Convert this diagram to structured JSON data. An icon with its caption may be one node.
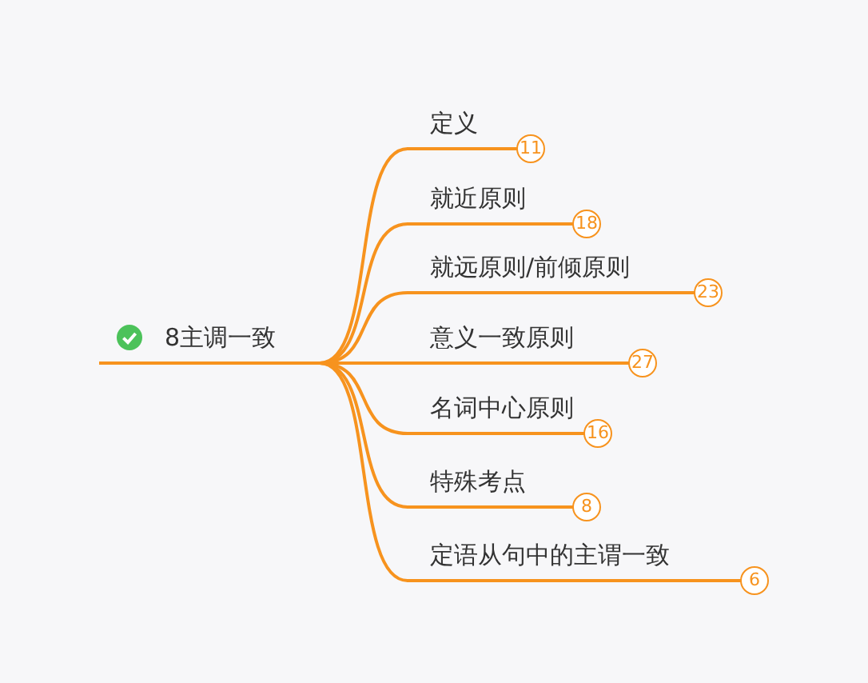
{
  "diagram": {
    "nodes": [
      {
        "text": [
          "8主调一致"
        ]
      },
      {
        "text": [
          "定义"
        ],
        "beside": [
          "11"
        ]
      },
      {
        "text": [
          "就近原则"
        ],
        "beside": [
          "18"
        ]
      },
      {
        "text": [
          "就远原则/前倾原则"
        ],
        "beside": [
          "23"
        ]
      },
      {
        "text": [
          "意义一致原则"
        ],
        "beside": [
          "27"
        ]
      },
      {
        "text": [
          "名词中心原则"
        ],
        "beside": [
          "16"
        ]
      },
      {
        "text": [
          "特殊考点"
        ],
        "beside": [
          "8"
        ]
      },
      {
        "text": [
          "定语从句中的主谓一致"
        ],
        "beside": [
          "6"
        ]
      }
    ],
    "edges": [
      {
        "from": 0,
        "to": 1,
        "arrow": "none"
      },
      {
        "from": 0,
        "to": 2,
        "arrow": "none"
      },
      {
        "from": 0,
        "to": 3,
        "arrow": "none"
      },
      {
        "from": 0,
        "to": 4,
        "arrow": "none"
      },
      {
        "from": 0,
        "to": 5,
        "arrow": "none"
      },
      {
        "from": 0,
        "to": 6,
        "arrow": "none"
      },
      {
        "from": 0,
        "to": 7,
        "arrow": "none"
      }
    ]
  }
}
